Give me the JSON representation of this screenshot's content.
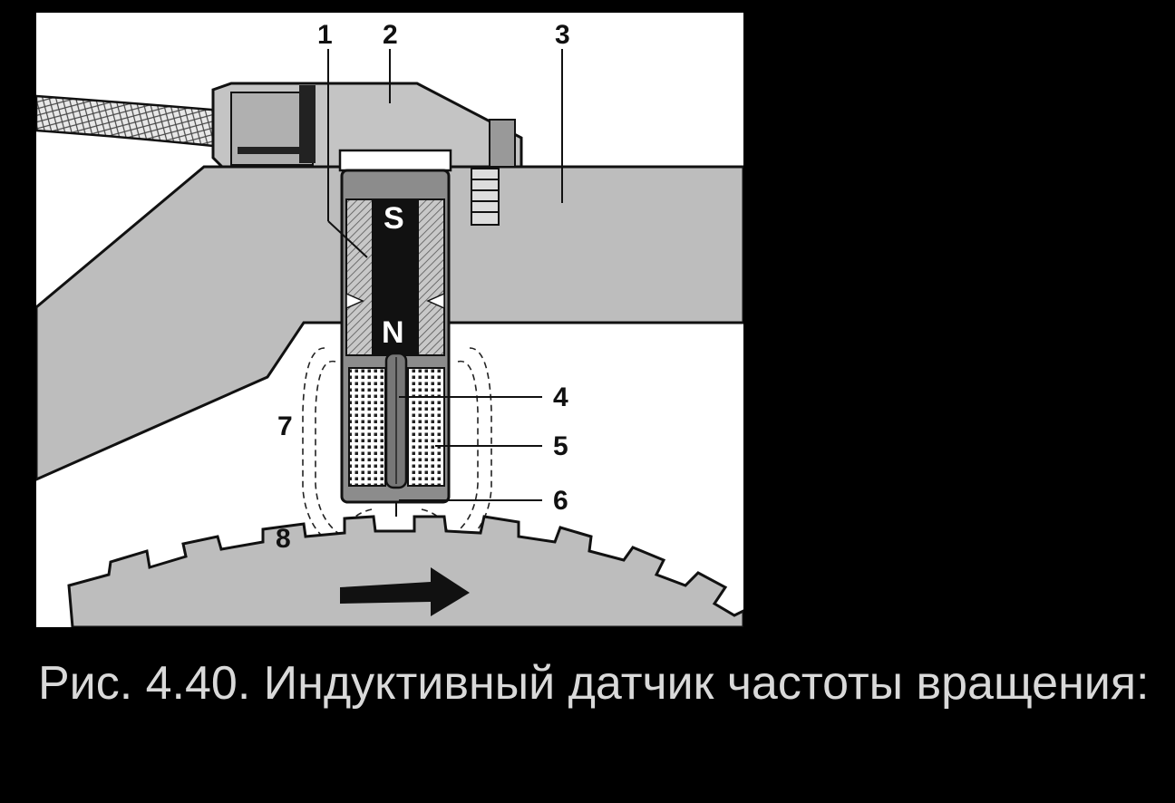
{
  "figure": {
    "callouts": [
      {
        "id": "1",
        "text": "1"
      },
      {
        "id": "2",
        "text": "2"
      },
      {
        "id": "3",
        "text": "3"
      },
      {
        "id": "4",
        "text": "4"
      },
      {
        "id": "5",
        "text": "5"
      },
      {
        "id": "6",
        "text": "6"
      },
      {
        "id": "7",
        "text": "7"
      },
      {
        "id": "8",
        "text": "8"
      }
    ],
    "magnet": {
      "south": "S",
      "north": "N"
    }
  },
  "caption": "Рис. 4.40. Индуктивный датчик частоты вращения:",
  "colors": {
    "background": "#000000",
    "figure_bg": "#ffffff",
    "housing_fill": "#bdbdbd",
    "sensor_fill": "#8c8c8c",
    "magnet_fill": "#111111",
    "caption_text": "#d9d9d9"
  }
}
